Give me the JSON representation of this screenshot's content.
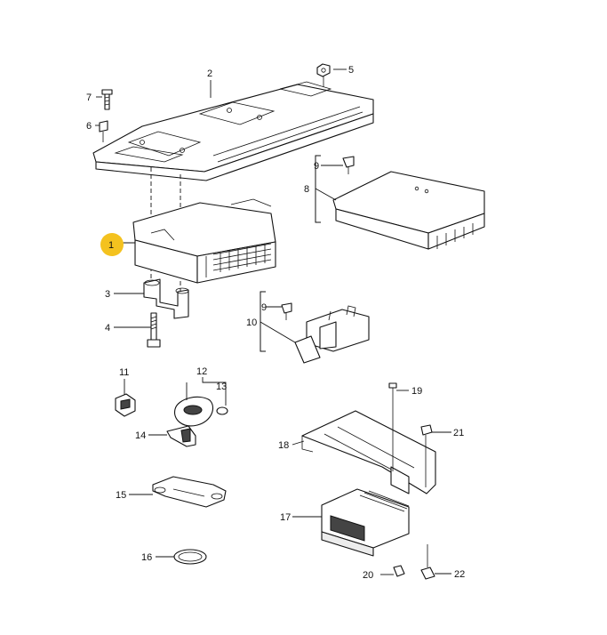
{
  "labels": {
    "p1": "1",
    "p2": "2",
    "p3": "3",
    "p4": "4",
    "p5": "5",
    "p6": "6",
    "p7": "7",
    "p8": "8",
    "p9a": "9",
    "p9b": "9",
    "p10": "10",
    "p11": "11",
    "p12": "12",
    "p13": "13",
    "p14": "14",
    "p15": "15",
    "p16": "16",
    "p17": "17",
    "p18": "18",
    "p19": "19",
    "p20": "20",
    "p21": "21",
    "p22": "22"
  },
  "highlight": {
    "part": "1",
    "color": "#f4c21f"
  },
  "colors": {
    "line": "#111111",
    "background": "#ffffff"
  }
}
